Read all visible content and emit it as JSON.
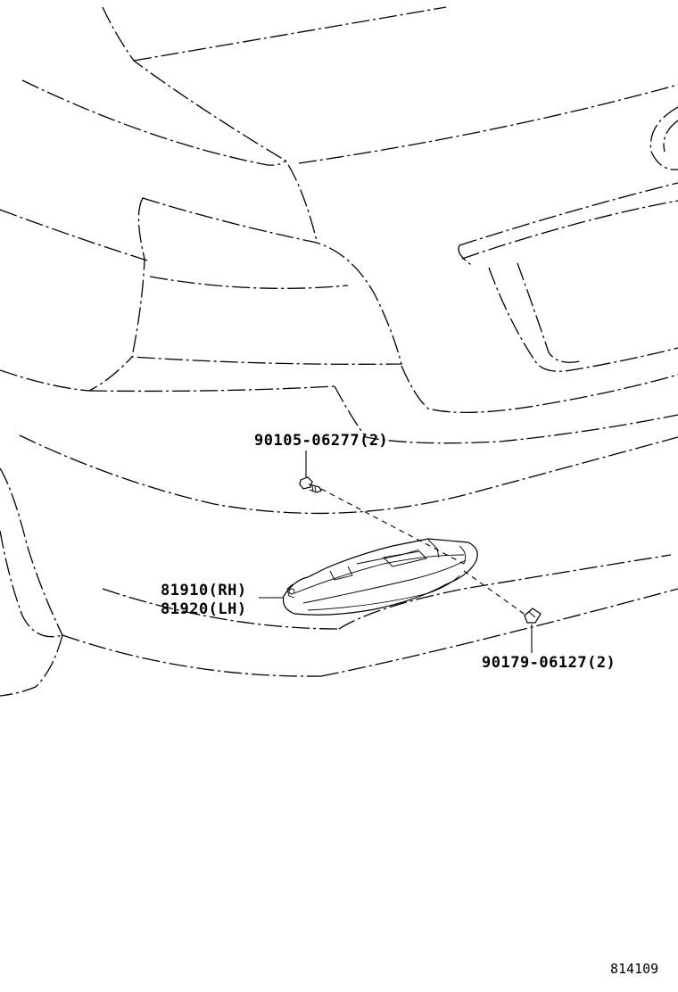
{
  "labels": {
    "bolt": "90105-06277(2)",
    "lamp_rh": "81910(RH)",
    "lamp_lh": "81920(LH)",
    "nut": "90179-06127(2)",
    "diagram_ref": "814109"
  }
}
